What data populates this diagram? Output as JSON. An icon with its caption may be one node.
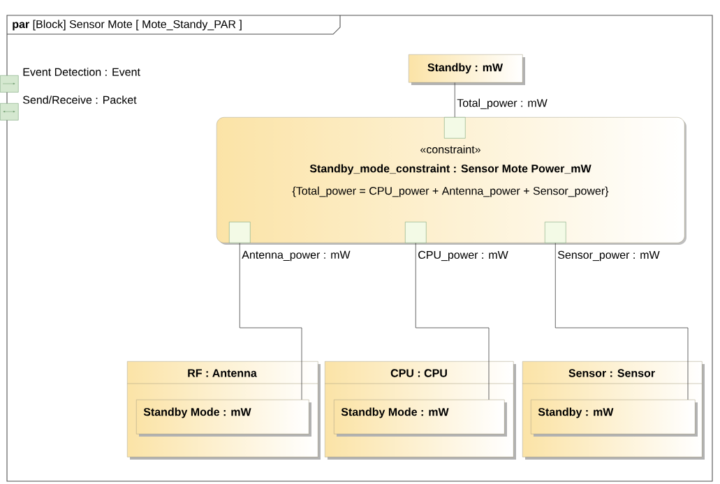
{
  "diagram": {
    "nodes": [
      {
        "text": [
          "**par** [Block] Sensor Mote [ Mote_Standy_PAR ]"
        ]
      },
      {
        "text": [
          "Event Detection : Event"
        ],
        "in": 0
      },
      {
        "text": [
          "Send/Receive : Packet"
        ],
        "in": 0
      },
      {
        "text": [
          "Standby : mW"
        ],
        "in": 0
      },
      {
        "text": [
          "«constraint»",
          "Standby_mode_constraint : Sensor Mote Power_mW",
          "{Total_power = CPU_power + Antenna_power + Sensor_power}"
        ],
        "in": 0
      },
      {
        "text": [
          "Total_power : mW"
        ],
        "in": 4
      },
      {
        "text": [
          "Antenna_power : mW"
        ],
        "in": 4
      },
      {
        "text": [
          "CPU_power : mW"
        ],
        "in": 4
      },
      {
        "text": [
          "Sensor_power : mW"
        ],
        "in": 4
      },
      {
        "text": [
          "RF : Antenna"
        ],
        "in": 0
      },
      {
        "text": [
          "Standby Mode : mW"
        ],
        "in": 9
      },
      {
        "text": [
          "CPU : CPU"
        ],
        "in": 0
      },
      {
        "text": [
          "Standby Mode : mW"
        ],
        "in": 11
      },
      {
        "text": [
          "Sensor : Sensor"
        ],
        "in": 0
      },
      {
        "text": [
          "Standby : mW"
        ],
        "in": 13
      }
    ],
    "edges": [
      {
        "from": 3,
        "to": 5,
        "arrow": "none"
      },
      {
        "from": 6,
        "to": 10,
        "arrow": "none"
      },
      {
        "from": 7,
        "to": 12,
        "arrow": "none"
      },
      {
        "from": 8,
        "to": 14,
        "arrow": "none"
      }
    ]
  }
}
